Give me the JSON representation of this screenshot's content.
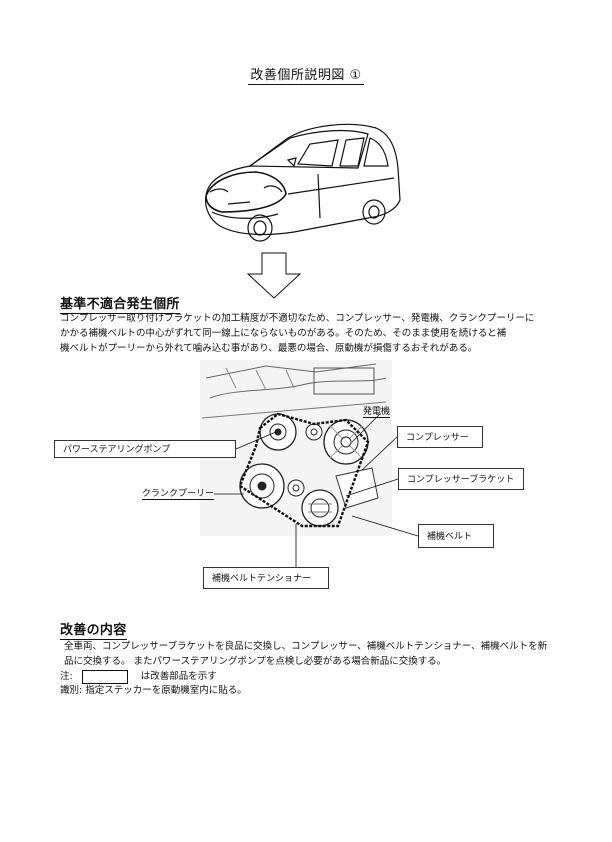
{
  "document": {
    "title": "改善個所説明図 ①",
    "section1": {
      "heading": "基準不適合発生個所",
      "lines": [
        "コンプレッサー取り付けブラケットの加工精度が不適切なため、コンプレッサー、発電機、クランクプーリーに",
        "かかる補機ベルトの中心がずれて同一線上にならないものがある。そのため、そのまま使用を続けると補",
        "機ベルトがプーリーから外れて噛み込む事があり、最悪の場合、原動機が損傷するおそれがある。"
      ]
    },
    "diagram": {
      "power_steering_pump": "パワーステアリングポンプ",
      "alternator": "発電機",
      "compressor": "コンプレッサー",
      "compressor_bracket": "コンプレッサーブラケット",
      "crank_pulley": "クランクプーリー",
      "accessory_belt": "補機ベルト",
      "belt_tensioner": "補機ベルトテンショナー"
    },
    "section2": {
      "heading": "改善の内容",
      "lines": [
        "全車両、コンプレッサーブラケットを良品に交換し、コンプレッサー、補機ベルトテンショナー、補機ベルトを新",
        "品に交換する。 またパワーステアリングポンプを点検し必要がある場合新品に交換する。"
      ],
      "note_label": "注:",
      "note_text": "は改善部品を示す",
      "identification": "識別: 指定ステッカーを原動機室内に貼る。"
    }
  }
}
